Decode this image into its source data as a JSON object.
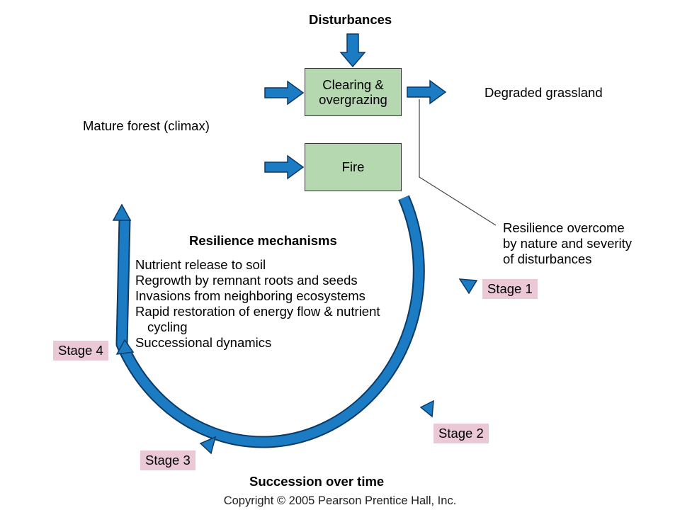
{
  "title": "Disturbances",
  "boxes": {
    "clearing": "Clearing & overgrazing",
    "fire": "Fire"
  },
  "labels": {
    "degraded": "Degraded grassland",
    "mature_forest": "Mature forest (climax)",
    "resilience_overcome": [
      "Resilience overcome",
      "by nature and severity",
      "of disturbances"
    ],
    "succession": "Succession over time",
    "copyright": "Copyright © 2005 Pearson Prentice Hall, Inc."
  },
  "resilience": {
    "heading": "Resilience mechanisms",
    "items": [
      "Nutrient release to soil",
      "Regrowth by remnant roots and seeds",
      "Invasions from neighboring ecosystems",
      "Rapid restoration of energy flow & nutrient",
      "Successional dynamics"
    ],
    "item4_cont": "cycling"
  },
  "stages": [
    "Stage 1",
    "Stage 2",
    "Stage 3",
    "Stage 4"
  ],
  "colors": {
    "arrow_fill": "#1b7cc4",
    "arrow_stroke": "#0b3a66",
    "box_fill": "#b5d8b0",
    "stage_fill": "#ebc8d6"
  }
}
